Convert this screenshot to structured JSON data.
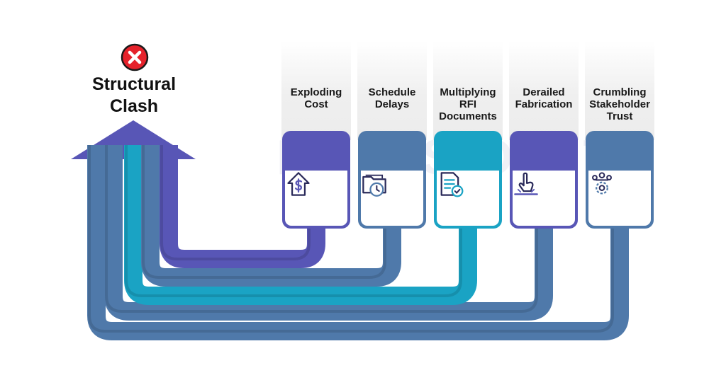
{
  "title": {
    "line1": "Structural",
    "line2": "Clash"
  },
  "watermark": "RINSOFT",
  "colors": {
    "indigo": "#5856b6",
    "steel": "#4f79aa",
    "teal": "#1aa3c4",
    "red": "#e5222b"
  },
  "steps": [
    {
      "lines": [
        "Exploding",
        "Cost"
      ],
      "icon": "house-dollar-icon",
      "color": "#5856b6"
    },
    {
      "lines": [
        "Schedule",
        "Delays"
      ],
      "icon": "folder-clock-icon",
      "color": "#4f79aa"
    },
    {
      "lines": [
        "Multiplying",
        "RFI",
        "Documents"
      ],
      "icon": "document-check-icon",
      "color": "#1aa3c4"
    },
    {
      "lines": [
        "Derailed",
        "Fabrication"
      ],
      "icon": "hand-press-icon",
      "color": "#5856b6"
    },
    {
      "lines": [
        "Crumbling",
        "Stakeholder",
        "Trust"
      ],
      "icon": "people-gear-icon",
      "color": "#4f79aa"
    }
  ]
}
